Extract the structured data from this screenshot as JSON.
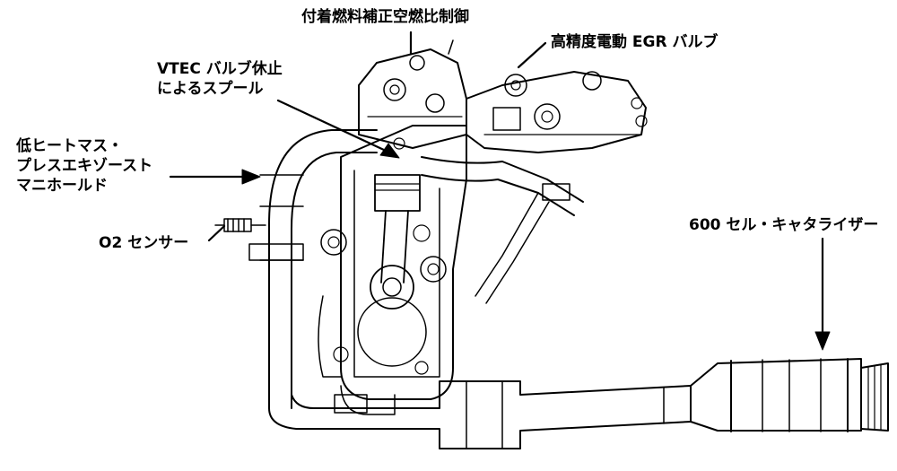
{
  "labels": {
    "fuel_control": "付着燃料補正空燃比制御",
    "egr_valve": "高精度電動 EGR バルブ",
    "vtec": [
      "VTEC バルブ休止",
      "によるスプール"
    ],
    "exhaust_manifold": [
      "低ヒートマス・",
      "プレスエキゾースト",
      "マニホールド"
    ],
    "o2_sensor": "O2 センサー",
    "catalyzer": "600 セル・キャタライザー"
  },
  "colors": {
    "ink": "#000000",
    "background": "#ffffff"
  }
}
